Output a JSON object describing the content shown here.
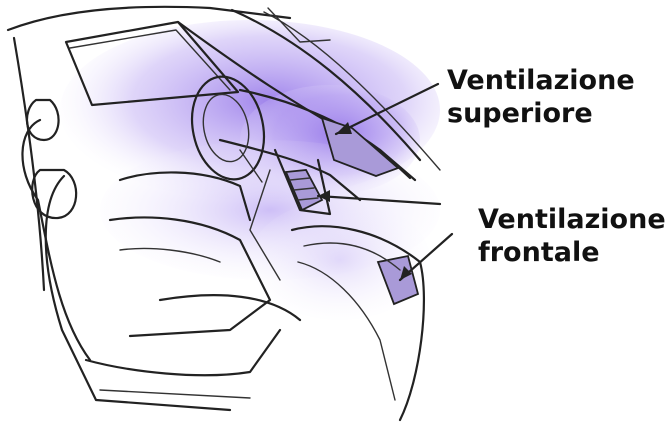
{
  "labels": {
    "top_vent_line1": "Ventilazione",
    "top_vent_line2": "superiore",
    "front_vent_line1": "Ventilazione",
    "front_vent_line2": "frontale"
  },
  "colors": {
    "airflow": "#9b7fe6",
    "airflow_light": "#d9cef9",
    "vent_fill": "#a99ad8",
    "line": "#222222",
    "text": "#111111"
  }
}
